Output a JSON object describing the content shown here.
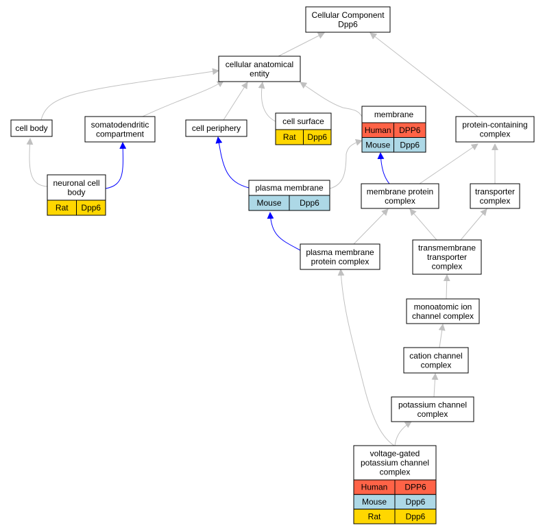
{
  "colors": {
    "human": "#ff6347",
    "mouse": "#add8e6",
    "rat": "#ffd700",
    "edge_gray": "#c0c0c0",
    "edge_blue": "#0000ff",
    "node_border": "#000000"
  },
  "nodes": {
    "root": {
      "lines": [
        "Cellular Component",
        "Dpp6"
      ]
    },
    "cae": {
      "lines": [
        "cellular anatomical",
        "entity"
      ]
    },
    "cell_body": {
      "lines": [
        "cell body"
      ]
    },
    "somato": {
      "lines": [
        "somatodendritic",
        "compartment"
      ]
    },
    "periphery": {
      "lines": [
        "cell periphery"
      ]
    },
    "surface": {
      "lines": [
        "cell surface"
      ],
      "rows": [
        [
          "Rat",
          "Dpp6"
        ]
      ]
    },
    "membrane": {
      "lines": [
        "membrane"
      ],
      "rows": [
        [
          "Human",
          "DPP6"
        ],
        [
          "Mouse",
          "Dpp6"
        ]
      ]
    },
    "pcc": {
      "lines": [
        "protein-containing",
        "complex"
      ]
    },
    "ncb": {
      "lines": [
        "neuronal cell",
        "body"
      ],
      "rows": [
        [
          "Rat",
          "Dpp6"
        ]
      ]
    },
    "pm": {
      "lines": [
        "plasma membrane"
      ],
      "rows": [
        [
          "Mouse",
          "Dpp6"
        ]
      ]
    },
    "mpc": {
      "lines": [
        "membrane protein",
        "complex"
      ]
    },
    "transporter": {
      "lines": [
        "transporter",
        "complex"
      ]
    },
    "tmtc": {
      "lines": [
        "transmembrane",
        "transporter",
        "complex"
      ]
    },
    "pmpc": {
      "lines": [
        "plasma membrane",
        "protein complex"
      ]
    },
    "mic": {
      "lines": [
        "monoatomic ion",
        "channel complex"
      ]
    },
    "ccc": {
      "lines": [
        "cation channel",
        "complex"
      ]
    },
    "kcc": {
      "lines": [
        "potassium channel",
        "complex"
      ]
    },
    "vgkc": {
      "lines": [
        "voltage-gated",
        "potassium channel",
        "complex"
      ],
      "rows": [
        [
          "Human",
          "DPP6"
        ],
        [
          "Mouse",
          "Dpp6"
        ],
        [
          "Rat",
          "Dpp6"
        ]
      ]
    }
  }
}
